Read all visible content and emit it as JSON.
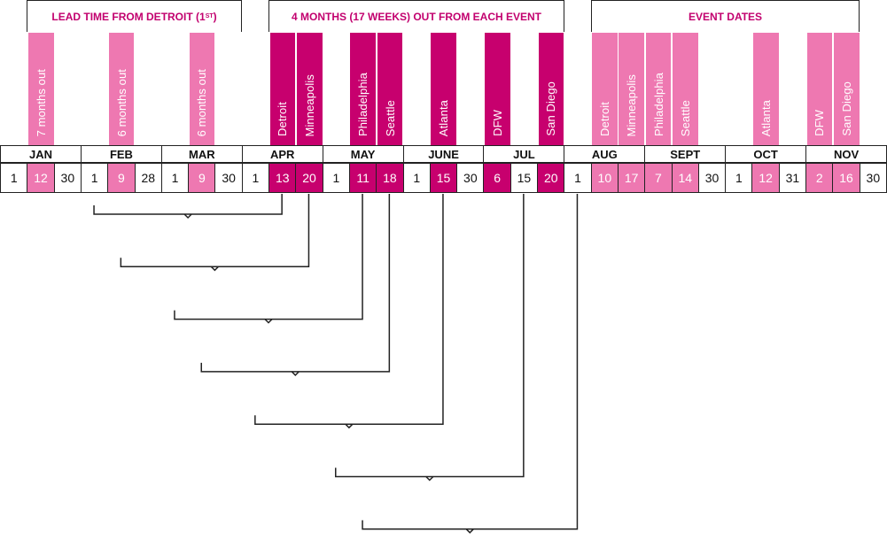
{
  "headers": [
    {
      "text": "LEAD TIME FROM DETROIT (1",
      "sup": "ST",
      "tail": ")"
    },
    {
      "text": "4 MONTHS (17 WEEKS) OUT FROM EACH EVENT",
      "sup": "",
      "tail": ""
    },
    {
      "text": "EVENT DATES",
      "sup": "",
      "tail": ""
    }
  ],
  "months": [
    "JAN",
    "FEB",
    "MAR",
    "APR",
    "MAY",
    "JUNE",
    "JUL",
    "AUG",
    "SEPT",
    "OCT",
    "NOV"
  ],
  "days": [
    {
      "label": "1",
      "style": "plain"
    },
    {
      "label": "12",
      "style": "pink"
    },
    {
      "label": "30",
      "style": "plain"
    },
    {
      "label": "1",
      "style": "plain"
    },
    {
      "label": "9",
      "style": "pink"
    },
    {
      "label": "28",
      "style": "plain"
    },
    {
      "label": "1",
      "style": "plain"
    },
    {
      "label": "9",
      "style": "pink"
    },
    {
      "label": "30",
      "style": "plain"
    },
    {
      "label": "1",
      "style": "plain"
    },
    {
      "label": "13",
      "style": "magenta"
    },
    {
      "label": "20",
      "style": "magenta"
    },
    {
      "label": "1",
      "style": "plain"
    },
    {
      "label": "11",
      "style": "magenta"
    },
    {
      "label": "18",
      "style": "magenta"
    },
    {
      "label": "1",
      "style": "plain"
    },
    {
      "label": "15",
      "style": "magenta"
    },
    {
      "label": "30",
      "style": "plain"
    },
    {
      "label": "6",
      "style": "magenta"
    },
    {
      "label": "15",
      "style": "plain"
    },
    {
      "label": "20",
      "style": "magenta"
    },
    {
      "label": "1",
      "style": "plain"
    },
    {
      "label": "10",
      "style": "pink"
    },
    {
      "label": "17",
      "style": "pink"
    },
    {
      "label": "7",
      "style": "pink"
    },
    {
      "label": "14",
      "style": "pink"
    },
    {
      "label": "30",
      "style": "plain"
    },
    {
      "label": "1",
      "style": "plain"
    },
    {
      "label": "12",
      "style": "pink"
    },
    {
      "label": "31",
      "style": "plain"
    },
    {
      "label": "2",
      "style": "pink"
    },
    {
      "label": "16",
      "style": "pink"
    },
    {
      "label": "30",
      "style": "plain"
    }
  ],
  "columns": [
    {
      "day_index": 1,
      "label": "7 months out",
      "style": "pink"
    },
    {
      "day_index": 4,
      "label": "6 months out",
      "style": "pink"
    },
    {
      "day_index": 7,
      "label": "6 months out",
      "style": "pink"
    },
    {
      "day_index": 10,
      "label": "Detroit",
      "style": "magenta"
    },
    {
      "day_index": 11,
      "label": "Minneapolis",
      "style": "magenta"
    },
    {
      "day_index": 13,
      "label": "Philadelphia",
      "style": "magenta"
    },
    {
      "day_index": 14,
      "label": "Seattle",
      "style": "magenta"
    },
    {
      "day_index": 16,
      "label": "Atlanta",
      "style": "magenta"
    },
    {
      "day_index": 18,
      "label": "DFW",
      "style": "magenta"
    },
    {
      "day_index": 20,
      "label": "San Diego",
      "style": "magenta"
    },
    {
      "day_index": 22,
      "label": "Detroit",
      "style": "pink"
    },
    {
      "day_index": 23,
      "label": "Minneapolis",
      "style": "pink"
    },
    {
      "day_index": 24,
      "label": "Philadelphia",
      "style": "pink"
    },
    {
      "day_index": 25,
      "label": "Seattle",
      "style": "pink"
    },
    {
      "day_index": 28,
      "label": "Atlanta",
      "style": "pink"
    },
    {
      "day_index": 30,
      "label": "DFW",
      "style": "pink"
    },
    {
      "day_index": 31,
      "label": "San Diego",
      "style": "pink"
    }
  ],
  "brackets": [
    {
      "start_day_index": 3,
      "end_day_index": 10
    },
    {
      "start_day_index": 4,
      "end_day_index": 11
    },
    {
      "start_day_index": 6,
      "end_day_index": 13
    },
    {
      "start_day_index": 7,
      "end_day_index": 14
    },
    {
      "start_day_index": 9,
      "end_day_index": 16
    },
    {
      "start_day_index": 12,
      "end_day_index": 19
    },
    {
      "start_day_index": 13,
      "end_day_index": 21
    }
  ],
  "colors": {
    "pink": "#ee78b1",
    "magenta": "#c7006e",
    "header_text": "#c2006e",
    "line": "#222222"
  }
}
